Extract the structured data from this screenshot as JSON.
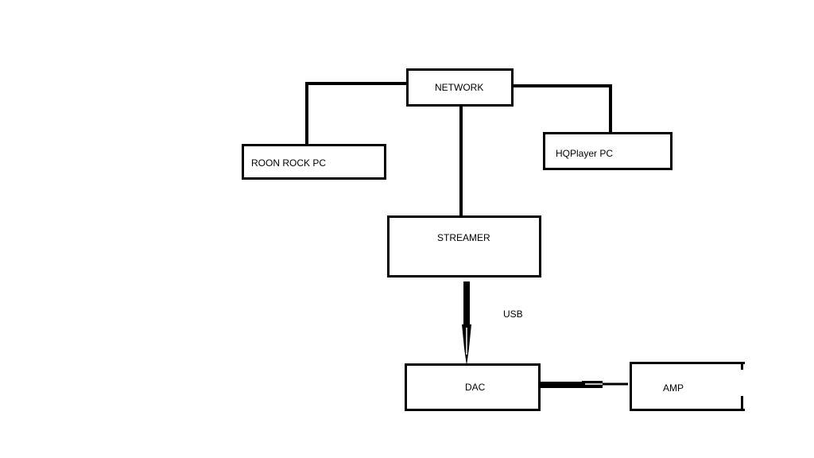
{
  "diagram": {
    "nodes": {
      "network": {
        "label": "NETWORK"
      },
      "roon": {
        "label": "ROON ROCK PC"
      },
      "hqplayer": {
        "label": "HQPlayer PC"
      },
      "streamer": {
        "label": "STREAMER"
      },
      "dac": {
        "label": "DAC"
      },
      "amp": {
        "label": "AMP"
      }
    },
    "edges": [
      {
        "from": "network",
        "to": "roon"
      },
      {
        "from": "network",
        "to": "hqplayer"
      },
      {
        "from": "network",
        "to": "streamer"
      },
      {
        "from": "streamer",
        "to": "dac",
        "label": "USB"
      },
      {
        "from": "dac",
        "to": "amp"
      }
    ],
    "connection_label": "USB",
    "line_color": "#000000"
  }
}
